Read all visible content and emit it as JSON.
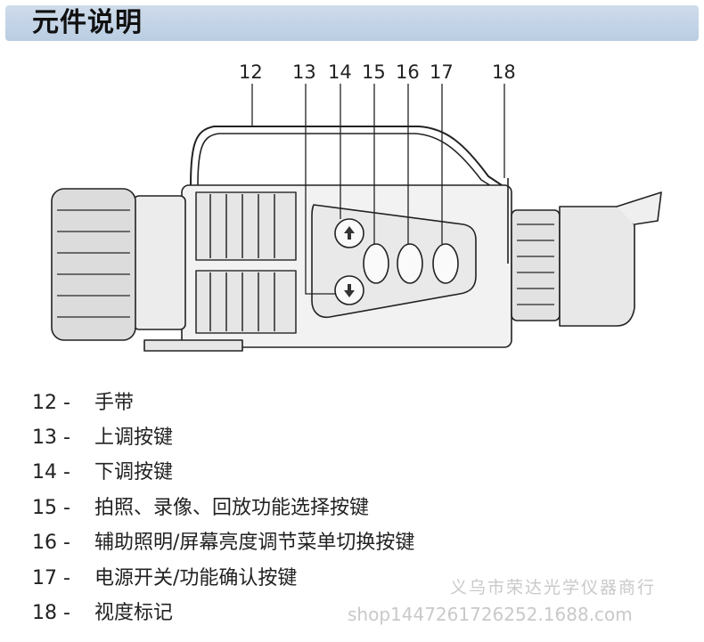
{
  "header": {
    "title": "元件说明"
  },
  "callouts": [
    "12",
    "13",
    "14",
    "15",
    "16",
    "17",
    "18"
  ],
  "legend": [
    {
      "num": "12 -",
      "text": "手带"
    },
    {
      "num": "13 -",
      "text": "上调按键"
    },
    {
      "num": "14 -",
      "text": "下调按键"
    },
    {
      "num": "15 -",
      "text": "拍照、录像、回放功能选择按键"
    },
    {
      "num": "16 -",
      "text": "辅助照明/屏幕亮度调节菜单切换按键"
    },
    {
      "num": "17 -",
      "text": "电源开关/功能确认按键"
    },
    {
      "num": "18 -",
      "text": "视度标记"
    }
  ],
  "watermark": {
    "company": "义乌市荣达光学仪器商行",
    "shop": "shop1447261726252.1688.com"
  }
}
